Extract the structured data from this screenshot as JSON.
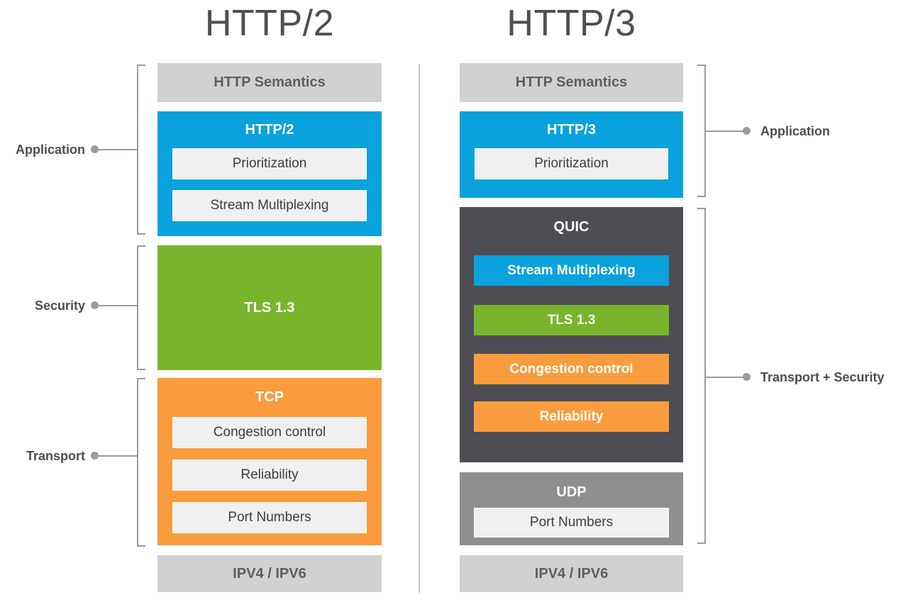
{
  "titles": {
    "http2": "HTTP/2",
    "http3": "HTTP/3"
  },
  "left_stack": {
    "semantics": "HTTP Semantics",
    "http2": {
      "title": "HTTP/2",
      "items": [
        "Prioritization",
        "Stream Multiplexing"
      ]
    },
    "tls": "TLS 1.3",
    "tcp": {
      "title": "TCP",
      "items": [
        "Congestion control",
        "Reliability",
        "Port Numbers"
      ]
    },
    "ip": "IPV4 / IPV6"
  },
  "right_stack": {
    "semantics": "HTTP Semantics",
    "http3": {
      "title": "HTTP/3",
      "items": [
        "Prioritization"
      ]
    },
    "quic": {
      "title": "QUIC",
      "bars": [
        {
          "label": "Stream Multiplexing",
          "color": "blue"
        },
        {
          "label": "TLS 1.3",
          "color": "green"
        },
        {
          "label": "Congestion control",
          "color": "orange"
        },
        {
          "label": "Reliability",
          "color": "orange"
        }
      ]
    },
    "udp": {
      "title": "UDP",
      "items": [
        "Port Numbers"
      ]
    },
    "ip": "IPV4 / IPV6"
  },
  "side_labels": {
    "left": [
      "Application",
      "Security",
      "Transport"
    ],
    "right": [
      "Application",
      "Transport + Security"
    ]
  },
  "colors": {
    "blue": "#0aa2dc",
    "green": "#79b52c",
    "orange": "#f89c3e",
    "dark_gray": "#4d4d53",
    "mid_gray": "#8f8f8f",
    "light_gray": "#d1d1d1",
    "inner_box": "#f0f0f0",
    "line_gray": "#9c9c9c",
    "divider_gray": "#cacaca",
    "title_gray": "#4f4f52",
    "label_gray": "#4e4e4e",
    "gray_bar_text": "#5e5e5e",
    "box_text": "#3d3d3d"
  }
}
